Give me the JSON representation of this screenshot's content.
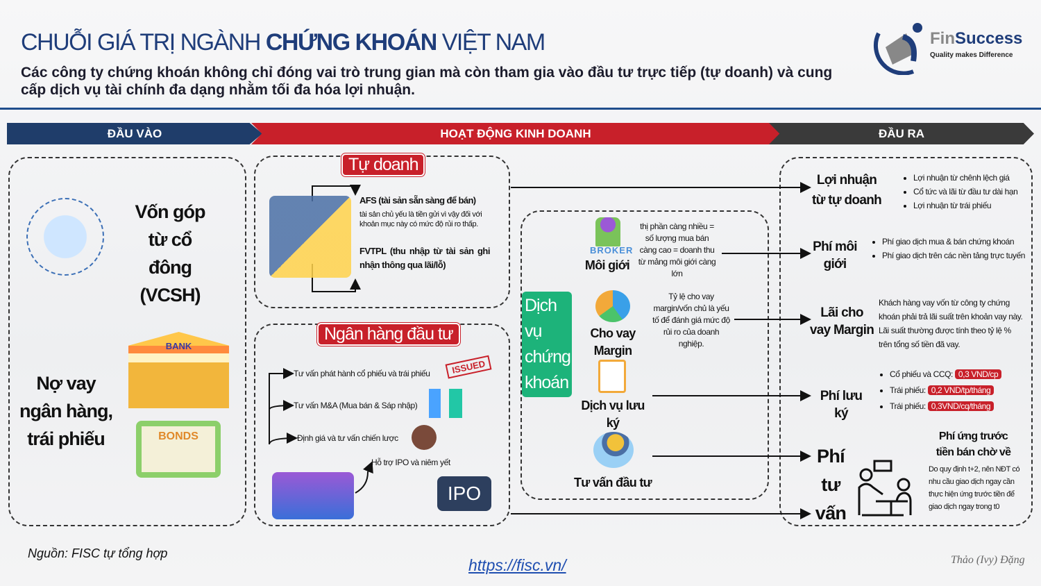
{
  "header": {
    "title_a": "CHUỖI GIÁ TRỊ NGÀNH ",
    "title_b": "CHỨNG KHOÁN",
    "title_c": " VIỆT NAM",
    "subtitle": "Các công ty chứng khoán không chỉ đóng vai trò trung gian mà còn tham gia vào đầu tư trực tiếp (tự doanh) và cung cấp dịch vụ tài chính đa dạng nhằm tối đa hóa lợi nhuận.",
    "logo_name_a": "Fin",
    "logo_name_b": "Success",
    "logo_tagline": "Quality makes Difference"
  },
  "bands": {
    "input": "ĐẦU VÀO",
    "business": "HOẠT ĐỘNG KINH DOANH",
    "output": "ĐẦU RA"
  },
  "inputs": {
    "equity": "Vốn góp từ cổ đông (VCSH)",
    "debt": "Nợ vay ngân hàng, trái phiếu",
    "bank_sign": "BANK",
    "bonds_label": "BONDS"
  },
  "proprietary": {
    "tag": "Tự doanh",
    "afs_title": "AFS (tài sản sẵn sàng để bán)",
    "afs_desc": "tài sản chủ yếu là tiền gửi vì vậy đối với khoản mục này có mức độ rủi ro thấp.",
    "fvtpl": "FVTPL (thu nhập từ tài sản ghi nhận thông qua lãi/lỗ)"
  },
  "ib": {
    "tag": "Ngân hàng đầu tư",
    "items": [
      "Tư vấn phát hành cổ phiếu và trái phiếu",
      "Tư vấn M&A (Mua bán & Sáp nhập)",
      "Định giá và tư vấn chiến lược",
      "Hỗ trợ IPO và niêm yết"
    ],
    "stamp": "ISSUED",
    "ipo": "IPO"
  },
  "services": {
    "tag": "Dịch vụ chứng khoán",
    "broker_badge": "BROKER",
    "broker": "Môi giới",
    "broker_desc": "thị phần càng nhiều = số lượng mua bán càng cao = doanh thu từ mảng môi giới càng lớn",
    "margin": "Cho vay Margin",
    "margin_desc": "Tỷ lệ cho vay margin/vốn chủ là yếu tố để đánh giá mức độ rủi ro của doanh nghiệp.",
    "custody": "Dịch vụ lưu ký",
    "advisory": "Tư vấn đầu tư"
  },
  "outputs": {
    "prop_title": "Lợi nhuận từ tự doanh",
    "prop_items": [
      "Lợi nhuận từ chênh lệch giá",
      "Cổ tức và lãi từ đầu tư dài hạn",
      "Lợi nhuận từ trái phiếu"
    ],
    "broker_title": "Phí môi giới",
    "broker_items": [
      "Phí giao dịch mua & bán chứng khoán",
      "Phí giao dịch trên các nền tảng trực tuyến"
    ],
    "margin_title": "Lãi cho vay Margin",
    "margin_desc": "Khách hàng vay vốn từ công ty chứng khoán phải trả lãi suất trên khoản vay này. Lãi suất thường được tính theo tỷ lệ % trên tổng số tiền đã vay.",
    "custody_title": "Phí lưu ký",
    "custody_items": [
      {
        "label": "Cổ phiếu và CCQ:",
        "fee": "0,3 VND/cp"
      },
      {
        "label": "Trái phiếu:",
        "fee": "0,2 VND/tp/tháng"
      },
      {
        "label": "Trái phiếu:",
        "fee": "0,3VND/cq/tháng"
      }
    ],
    "advisory_title": "Phí tư vấn",
    "advance_title": "Phí ứng trước tiền bán chờ về",
    "advance_desc": "Do quy định t+2, nên NĐT có nhu cầu giao dịch ngay cần thực hiện ứng trước tiền để giao dịch ngay trong t0"
  },
  "footer": {
    "source": "Nguồn: FISC tự tổng hợp",
    "link": "https://fisc.vn/",
    "author": "Thảo (Ivy) Đặng"
  },
  "colors": {
    "navy": "#1f3d7a",
    "red": "#c8202a",
    "dark": "#3a3a3a",
    "green": "#1db37a"
  }
}
